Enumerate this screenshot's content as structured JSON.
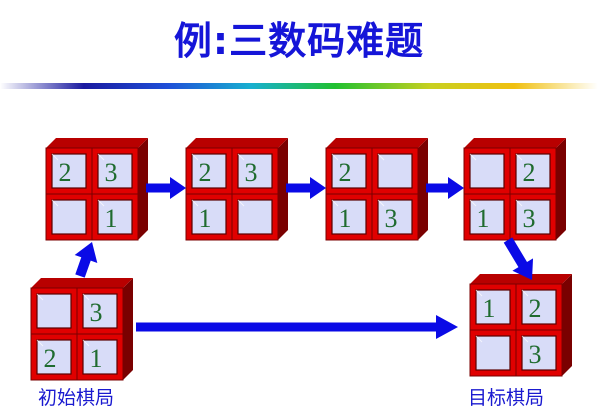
{
  "title": "例:三数码难题",
  "start_label": "初始棋局",
  "goal_label": "目标棋局",
  "colors": {
    "title": "#1515d8",
    "caption": "#1a1ad0",
    "frame_red": "#e00000",
    "frame_dark": "#7a0000",
    "cell_fill": "#d8dcf8",
    "digit": "#1f6b2f",
    "arrow": "#0a0ae6"
  },
  "boards": [
    {
      "id": "start",
      "tiles": [
        "",
        "3",
        "2",
        "1"
      ]
    },
    {
      "id": "step1",
      "tiles": [
        "2",
        "3",
        "",
        "1"
      ]
    },
    {
      "id": "step2",
      "tiles": [
        "2",
        "3",
        "1",
        ""
      ]
    },
    {
      "id": "step3",
      "tiles": [
        "2",
        "",
        "1",
        "3"
      ]
    },
    {
      "id": "step4",
      "tiles": [
        "",
        "2",
        "1",
        "3"
      ]
    },
    {
      "id": "goal",
      "tiles": [
        "1",
        "2",
        "",
        "3"
      ]
    }
  ]
}
